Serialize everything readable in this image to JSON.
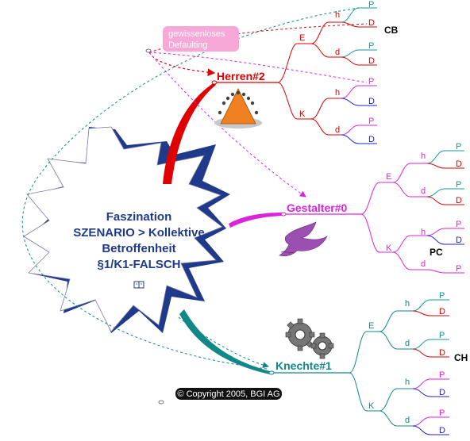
{
  "center": {
    "lines": [
      "Faszination",
      "SZENARIO > Kollektive",
      "Betroffenheit",
      "§1/K1-FALSCH"
    ],
    "book_icon": "book-icon",
    "fill_color": "#ffffff",
    "text_color": "#1f3a8a"
  },
  "callout": {
    "lines": [
      "gewissenloses",
      "Defaulting"
    ],
    "bg_color": "#f7a8d6",
    "text_color": "#ffffff"
  },
  "copyright": "© Copyright 2005, BGI AG",
  "branches": {
    "herren": {
      "label": "Herren#2",
      "color": "#e00000",
      "icon": "crowd-cone-icon",
      "e_label": "E",
      "k_label": "K",
      "leaves": {
        "eh_p": "P",
        "eh_d": "D",
        "ed_p": "P",
        "ed_d": "D",
        "kh_p": "P",
        "kh_d": "D",
        "kd_p": "P",
        "kd_d": "D",
        "eh": "h",
        "ed": "d",
        "kh": "h",
        "kd": "d"
      },
      "tag": "CB"
    },
    "gestalter": {
      "label": "Gestalter#0",
      "color": "#dd22dd",
      "icon": "dove-icon",
      "e_label": "E",
      "k_label": "K",
      "leaves": {
        "eh_p": "P",
        "eh_d": "D",
        "ed_p": "P",
        "ed_d": "D",
        "kh_p": "P",
        "kh_d": "D",
        "kd_p": "P",
        "eh": "h",
        "ed": "d",
        "kh": "h",
        "kd": "d"
      },
      "tag": "PC"
    },
    "knechte": {
      "label": "Knechte#1",
      "color": "#118888",
      "icon": "gears-icon",
      "e_label": "E",
      "k_label": "K",
      "leaves": {
        "eh_p": "P",
        "eh_d": "D",
        "ed_p": "P",
        "ed_d": "D",
        "kh_p": "P",
        "kh_d": "D",
        "kd_p": "P",
        "kd_d": "D",
        "eh": "h",
        "ed": "d",
        "kh": "h",
        "kd": "d"
      },
      "tag": "CH"
    }
  },
  "leaf_colors": {
    "p": "#119999",
    "d": "#dd0000",
    "pp": "#dd22dd",
    "db": "#2222cc"
  }
}
